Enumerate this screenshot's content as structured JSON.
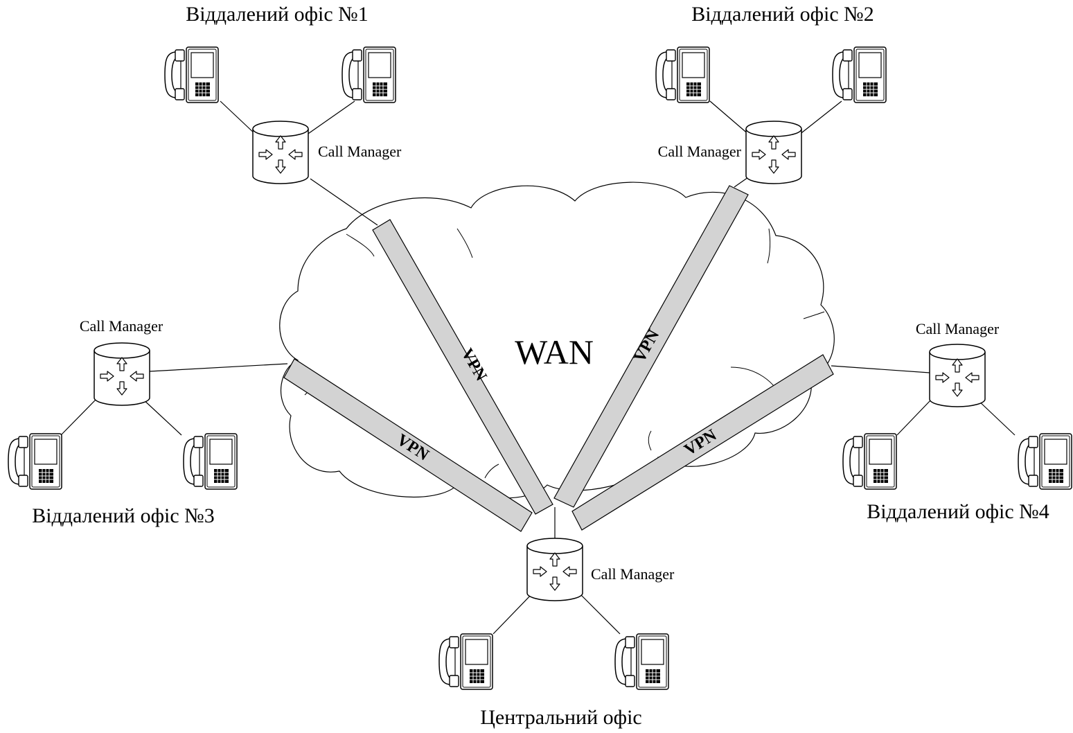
{
  "diagram": {
    "network_label": "WAN",
    "tunnel_label": "VPN",
    "offices": [
      {
        "id": "remote-office-1",
        "name": "Віддалений офіс №1",
        "server_label": "Call Manager",
        "phones": 2
      },
      {
        "id": "remote-office-2",
        "name": "Віддалений офіс №2",
        "server_label": "Call Manager",
        "phones": 2
      },
      {
        "id": "remote-office-3",
        "name": "Віддалений офіс №3",
        "server_label": "Call Manager",
        "phones": 2
      },
      {
        "id": "remote-office-4",
        "name": "Віддалений офіс №4",
        "server_label": "Call Manager",
        "phones": 2
      },
      {
        "id": "central-office",
        "name": "Центральний офіс",
        "server_label": "Call Manager",
        "phones": 2
      }
    ],
    "tunnels": [
      {
        "from": "central-office",
        "to": "remote-office-1",
        "label": "VPN"
      },
      {
        "from": "central-office",
        "to": "remote-office-2",
        "label": "VPN"
      },
      {
        "from": "central-office",
        "to": "remote-office-3",
        "label": "VPN"
      },
      {
        "from": "central-office",
        "to": "remote-office-4",
        "label": "VPN"
      }
    ]
  }
}
